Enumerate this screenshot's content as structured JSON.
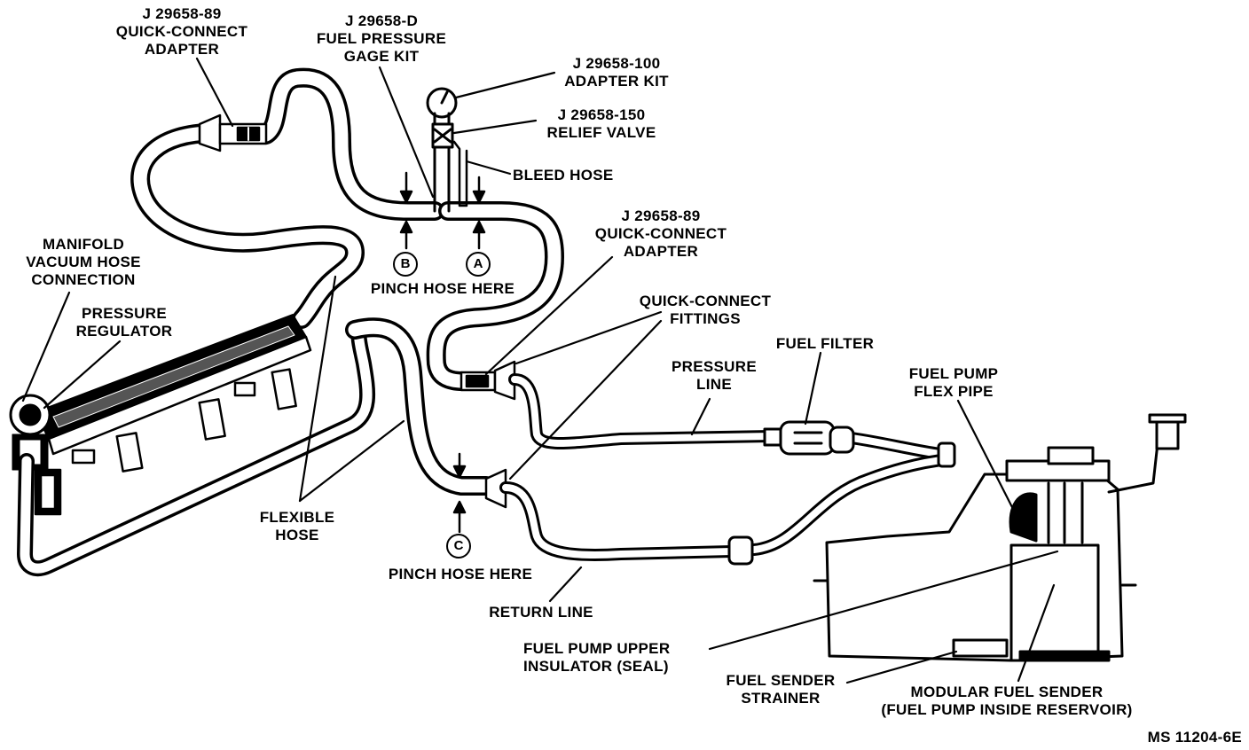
{
  "labels": {
    "qc_adapter_top": [
      "J 29658-89",
      "QUICK-CONNECT",
      "ADAPTER"
    ],
    "gage_kit": [
      "J 29658-D",
      "FUEL PRESSURE",
      "GAGE KIT"
    ],
    "adapter_kit": [
      "J 29658-100",
      "ADAPTER KIT"
    ],
    "relief_valve": [
      "J 29658-150",
      "RELIEF VALVE"
    ],
    "bleed_hose": [
      "BLEED HOSE"
    ],
    "manifold_vacuum": [
      "MANIFOLD",
      "VACUUM HOSE",
      "CONNECTION"
    ],
    "pressure_regulator": [
      "PRESSURE",
      "REGULATOR"
    ],
    "pinch_hose_top": [
      "PINCH HOSE HERE"
    ],
    "qc_adapter_mid": [
      "J 29658-89",
      "QUICK-CONNECT",
      "ADAPTER"
    ],
    "qc_fittings": [
      "QUICK-CONNECT",
      "FITTINGS"
    ],
    "fuel_filter": [
      "FUEL FILTER"
    ],
    "pressure_line": [
      "PRESSURE",
      "LINE"
    ],
    "fuel_pump_flex": [
      "FUEL PUMP",
      "FLEX PIPE"
    ],
    "flexible_hose": [
      "FLEXIBLE",
      "HOSE"
    ],
    "pinch_hose_bottom": [
      "PINCH HOSE HERE"
    ],
    "return_line": [
      "RETURN LINE"
    ],
    "upper_insulator": [
      "FUEL PUMP UPPER",
      "INSULATOR (SEAL)"
    ],
    "sender_strainer": [
      "FUEL SENDER",
      "STRAINER"
    ],
    "modular_sender": [
      "MODULAR FUEL SENDER",
      "(FUEL PUMP INSIDE RESERVOIR)"
    ],
    "figure_code": [
      "MS 11204-6E"
    ]
  },
  "markers": {
    "a": "A",
    "b": "B",
    "c": "C"
  }
}
